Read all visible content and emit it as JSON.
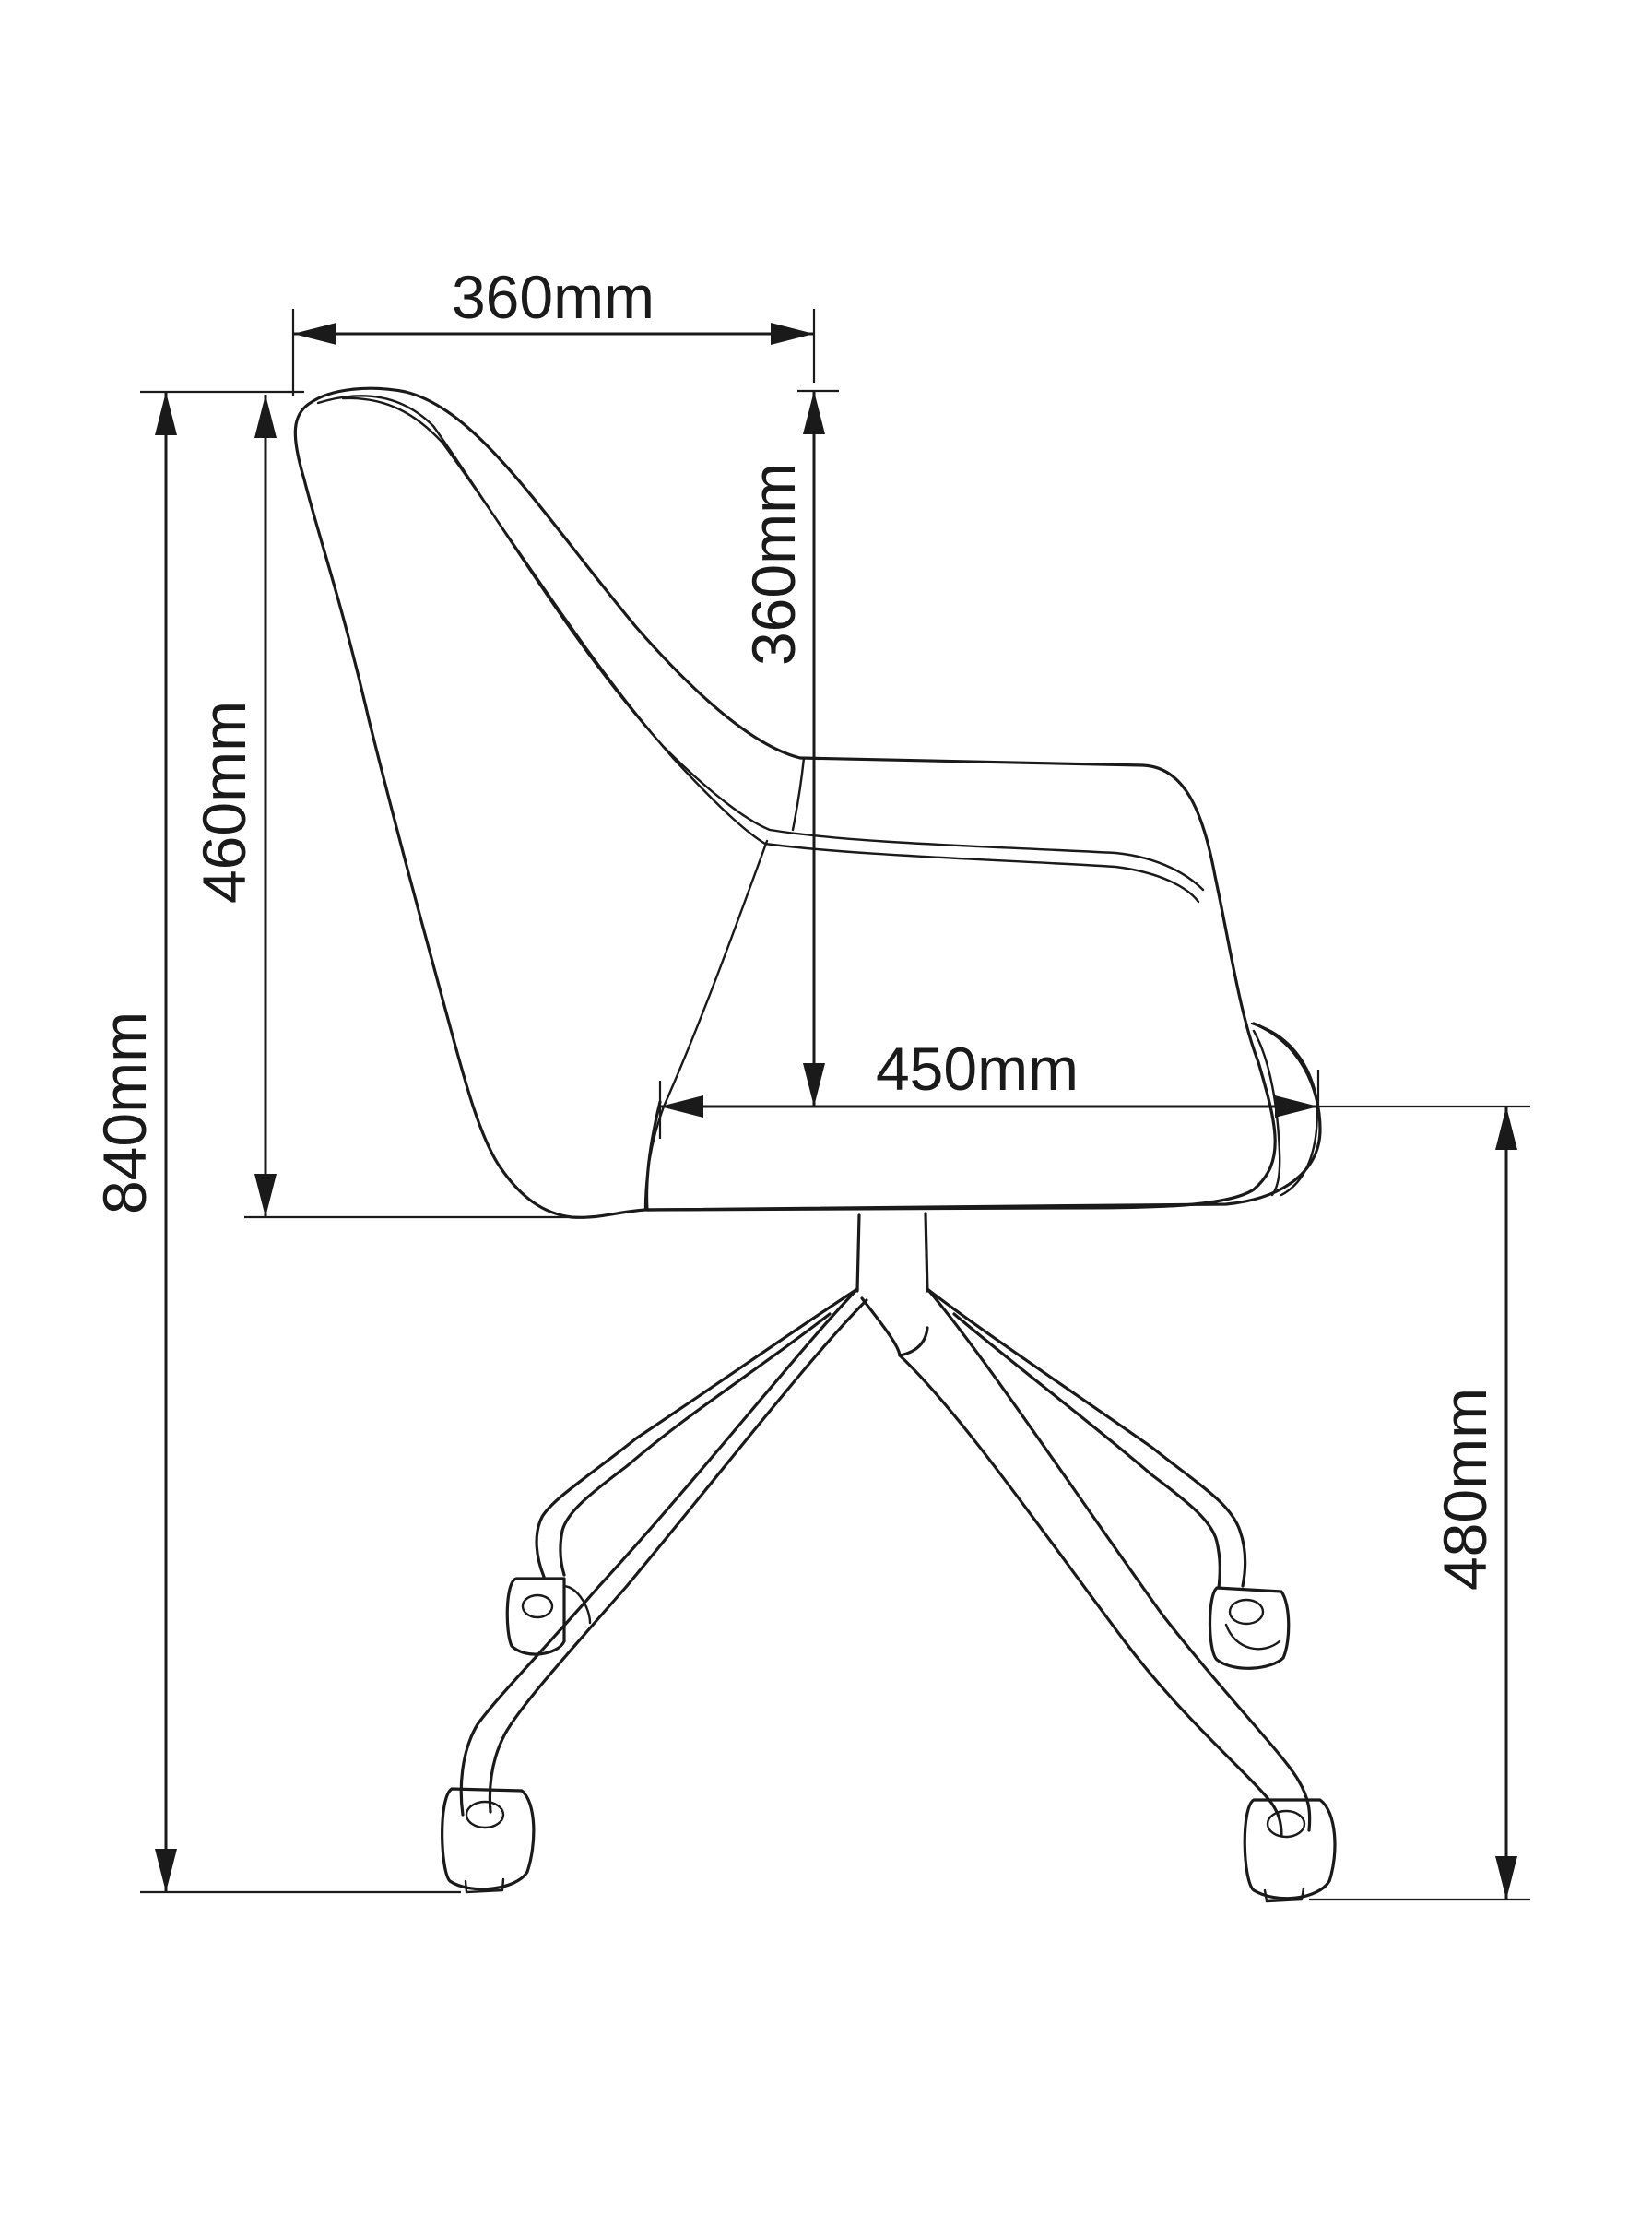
{
  "dimensions": {
    "total_height": "840mm",
    "back_height": "460mm",
    "back_depth": "360mm",
    "arm_height": "360mm",
    "seat_depth": "450mm",
    "seat_height": "480mm"
  }
}
